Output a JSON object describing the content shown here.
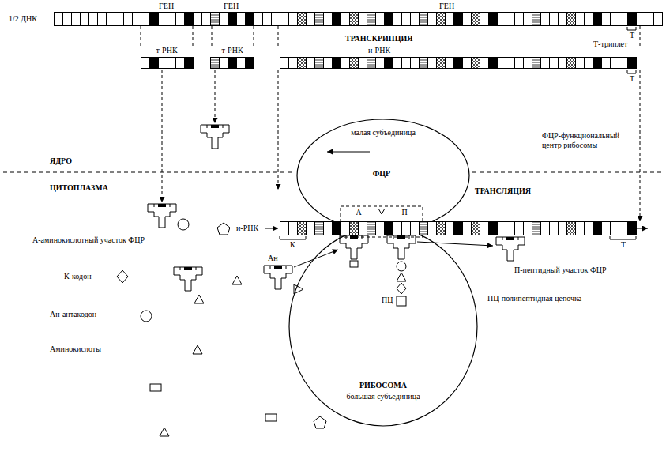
{
  "diagram": {
    "nodes": [
      {
        "text": [
          "1/2 ДНК"
        ]
      },
      {
        "text": [
          "т-РНК"
        ]
      },
      {
        "text": [
          "т-РНК"
        ]
      },
      {
        "text": [
          "и-РНК"
        ]
      },
      {
        "text": [
          "малая субъединица"
        ]
      },
      {
        "text": [
          "ФЦР",
          "А",
          "П"
        ],
        "in": 4
      },
      {
        "text": [
          "РИБОСОМА",
          "большая субъединица"
        ]
      },
      {
        "text": [
          "и-РНК"
        ]
      }
    ],
    "edges": [
      {
        "from": 0,
        "to": 1,
        "arrow": "none"
      },
      {
        "from": 0,
        "to": 2,
        "arrow": "none"
      },
      {
        "from": 0,
        "to": 3,
        "arrow": "none"
      },
      {
        "from": 3,
        "to": 7,
        "arrow": "to"
      }
    ],
    "labels": [
      "ГЕН",
      "ГЕН",
      "ГЕН",
      "Т",
      "ТРАНСКРИПЦИЯ",
      "Т-триплет",
      "Т",
      "ЯДРО",
      "ЦИТОПЛАЗМА",
      "ФЦР-функциональный центр рибосомы",
      "ТРАНСЛЯЦИЯ",
      "К",
      "Т",
      "А-аминокислотный участок ФЦР",
      "К-кодон",
      "Ан",
      "Ан-антакодон",
      "Аминокислоты",
      "П-пептидный участок ФЦР",
      "ПЦ",
      "ПЦ-полипептидная цепочка"
    ]
  }
}
